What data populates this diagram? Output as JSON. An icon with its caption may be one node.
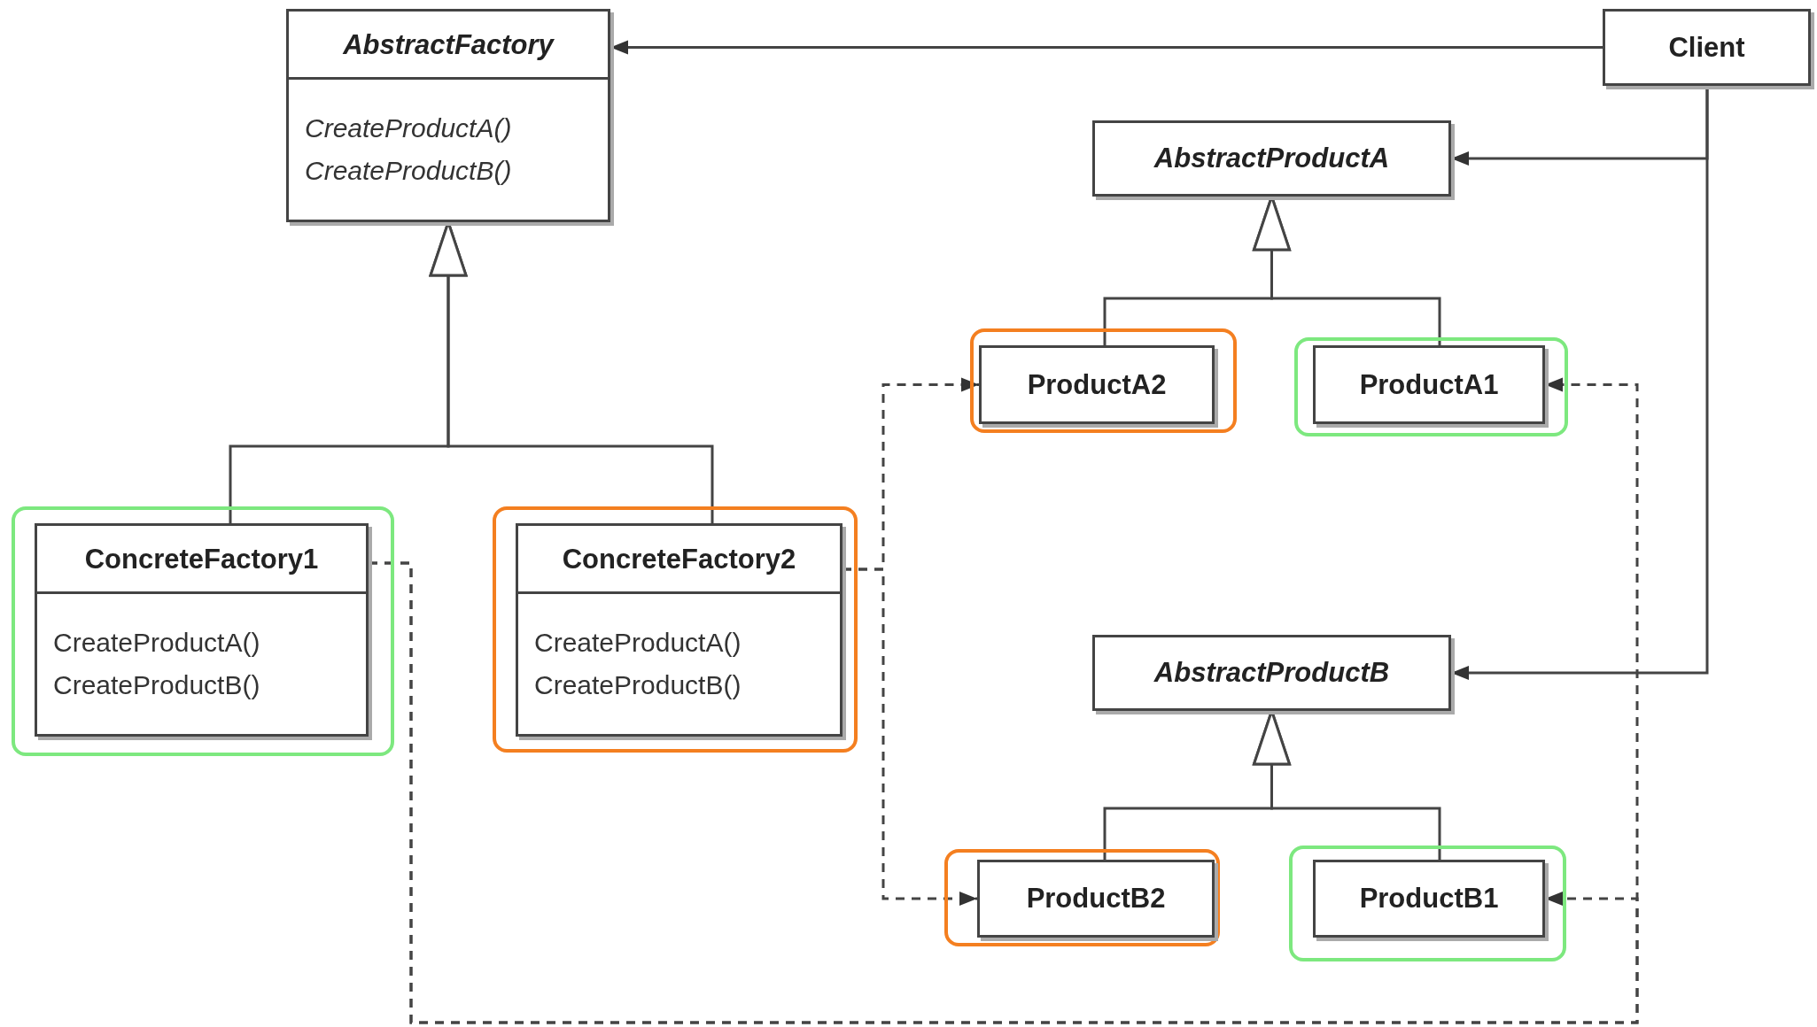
{
  "diagram": {
    "nodes": [
      {
        "text": [
          "AbstractFactory",
          "CreateProductA()",
          "CreateProductB()"
        ]
      },
      {
        "text": [
          "Client"
        ]
      },
      {
        "text": [
          "AbstractProductA"
        ]
      },
      {
        "text": [],
        "shape": "box"
      },
      {
        "text": [
          "ProductA2"
        ],
        "in": 3
      },
      {
        "text": [],
        "shape": "box"
      },
      {
        "text": [
          "ProductA1"
        ],
        "in": 5
      },
      {
        "text": [],
        "shape": "box"
      },
      {
        "text": [
          "ConcreteFactory1",
          "CreateProductA()",
          "CreateProductB()"
        ],
        "in": 7
      },
      {
        "text": [],
        "shape": "box"
      },
      {
        "text": [
          "ConcreteFactory2",
          "CreateProductA()",
          "CreateProductB()"
        ],
        "in": 9
      },
      {
        "text": [
          "AbstractProductB"
        ]
      },
      {
        "text": [],
        "shape": "box"
      },
      {
        "text": [
          "ProductB2"
        ],
        "in": 12
      },
      {
        "text": [],
        "shape": "box"
      },
      {
        "text": [
          "ProductB1"
        ],
        "in": 14
      }
    ],
    "edges": [
      {
        "from": 1,
        "to": 0,
        "arrow": "to"
      },
      {
        "from": 1,
        "to": 2,
        "arrow": "to"
      },
      {
        "from": 1,
        "to": 11,
        "arrow": "to"
      },
      {
        "from": 8,
        "to": 0,
        "arrow": "to"
      },
      {
        "from": 10,
        "to": 0,
        "arrow": "to"
      },
      {
        "from": 4,
        "to": 2,
        "arrow": "to"
      },
      {
        "from": 6,
        "to": 2,
        "arrow": "to"
      },
      {
        "from": 13,
        "to": 11,
        "arrow": "to"
      },
      {
        "from": 15,
        "to": 11,
        "arrow": "to"
      },
      {
        "from": 8,
        "to": 6,
        "arrow": "to",
        "style": "dashed"
      },
      {
        "from": 8,
        "to": 15,
        "arrow": "to",
        "style": "dashed"
      },
      {
        "from": 10,
        "to": 4,
        "arrow": "to",
        "style": "dashed"
      },
      {
        "from": 10,
        "to": 13,
        "arrow": "to",
        "style": "dashed"
      }
    ]
  }
}
